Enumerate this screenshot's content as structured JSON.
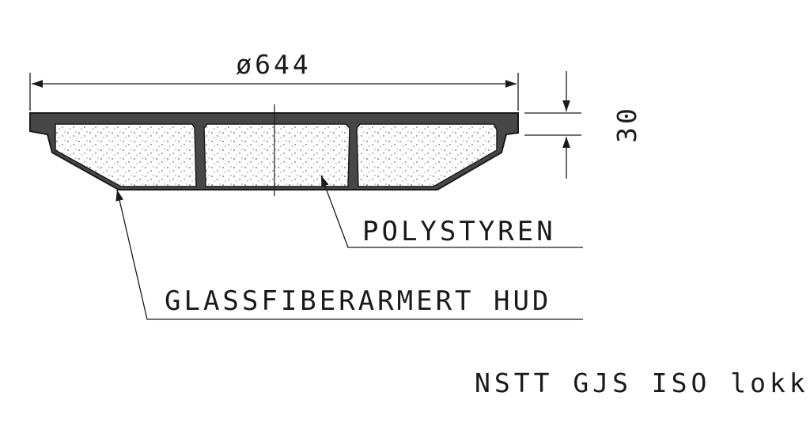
{
  "drawing": {
    "diameter_label": "ø644",
    "height_label": "30",
    "callouts": {
      "core": "POLYSTYREN",
      "skin": "GLASSFIBERARMERT HUD"
    },
    "title": "NSTT GJS ISO lokk"
  },
  "colors": {
    "ink": "#1a1a1a",
    "skin_fill": "#474747",
    "core_fill": "#ffffff",
    "background": "#ffffff"
  }
}
